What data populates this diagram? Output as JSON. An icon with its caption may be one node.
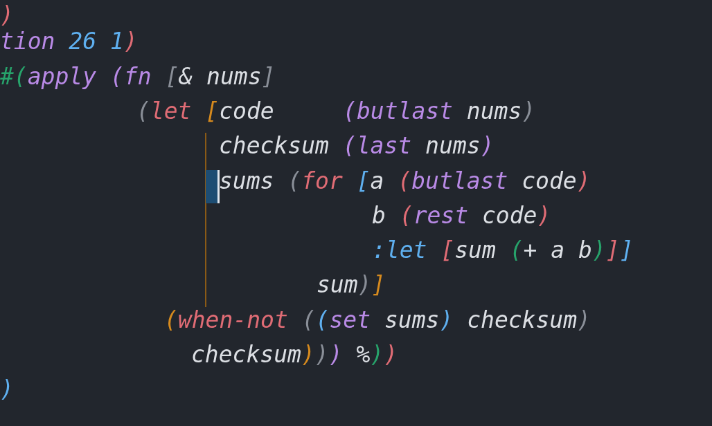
{
  "diagram": {
    "labels": [
      ")",
      "tion 26 1)",
      "#(apply (fn [& nums]",
      "(let [code     (butlast nums)",
      "checksum (last nums)",
      "sums (for [a (butlast code)",
      "b (rest code)",
      ":let [sum (+ a b)]]",
      "sum)]",
      "(when-not ((set sums) checksum)",
      "checksum))) %))",
      ")"
    ]
  }
}
